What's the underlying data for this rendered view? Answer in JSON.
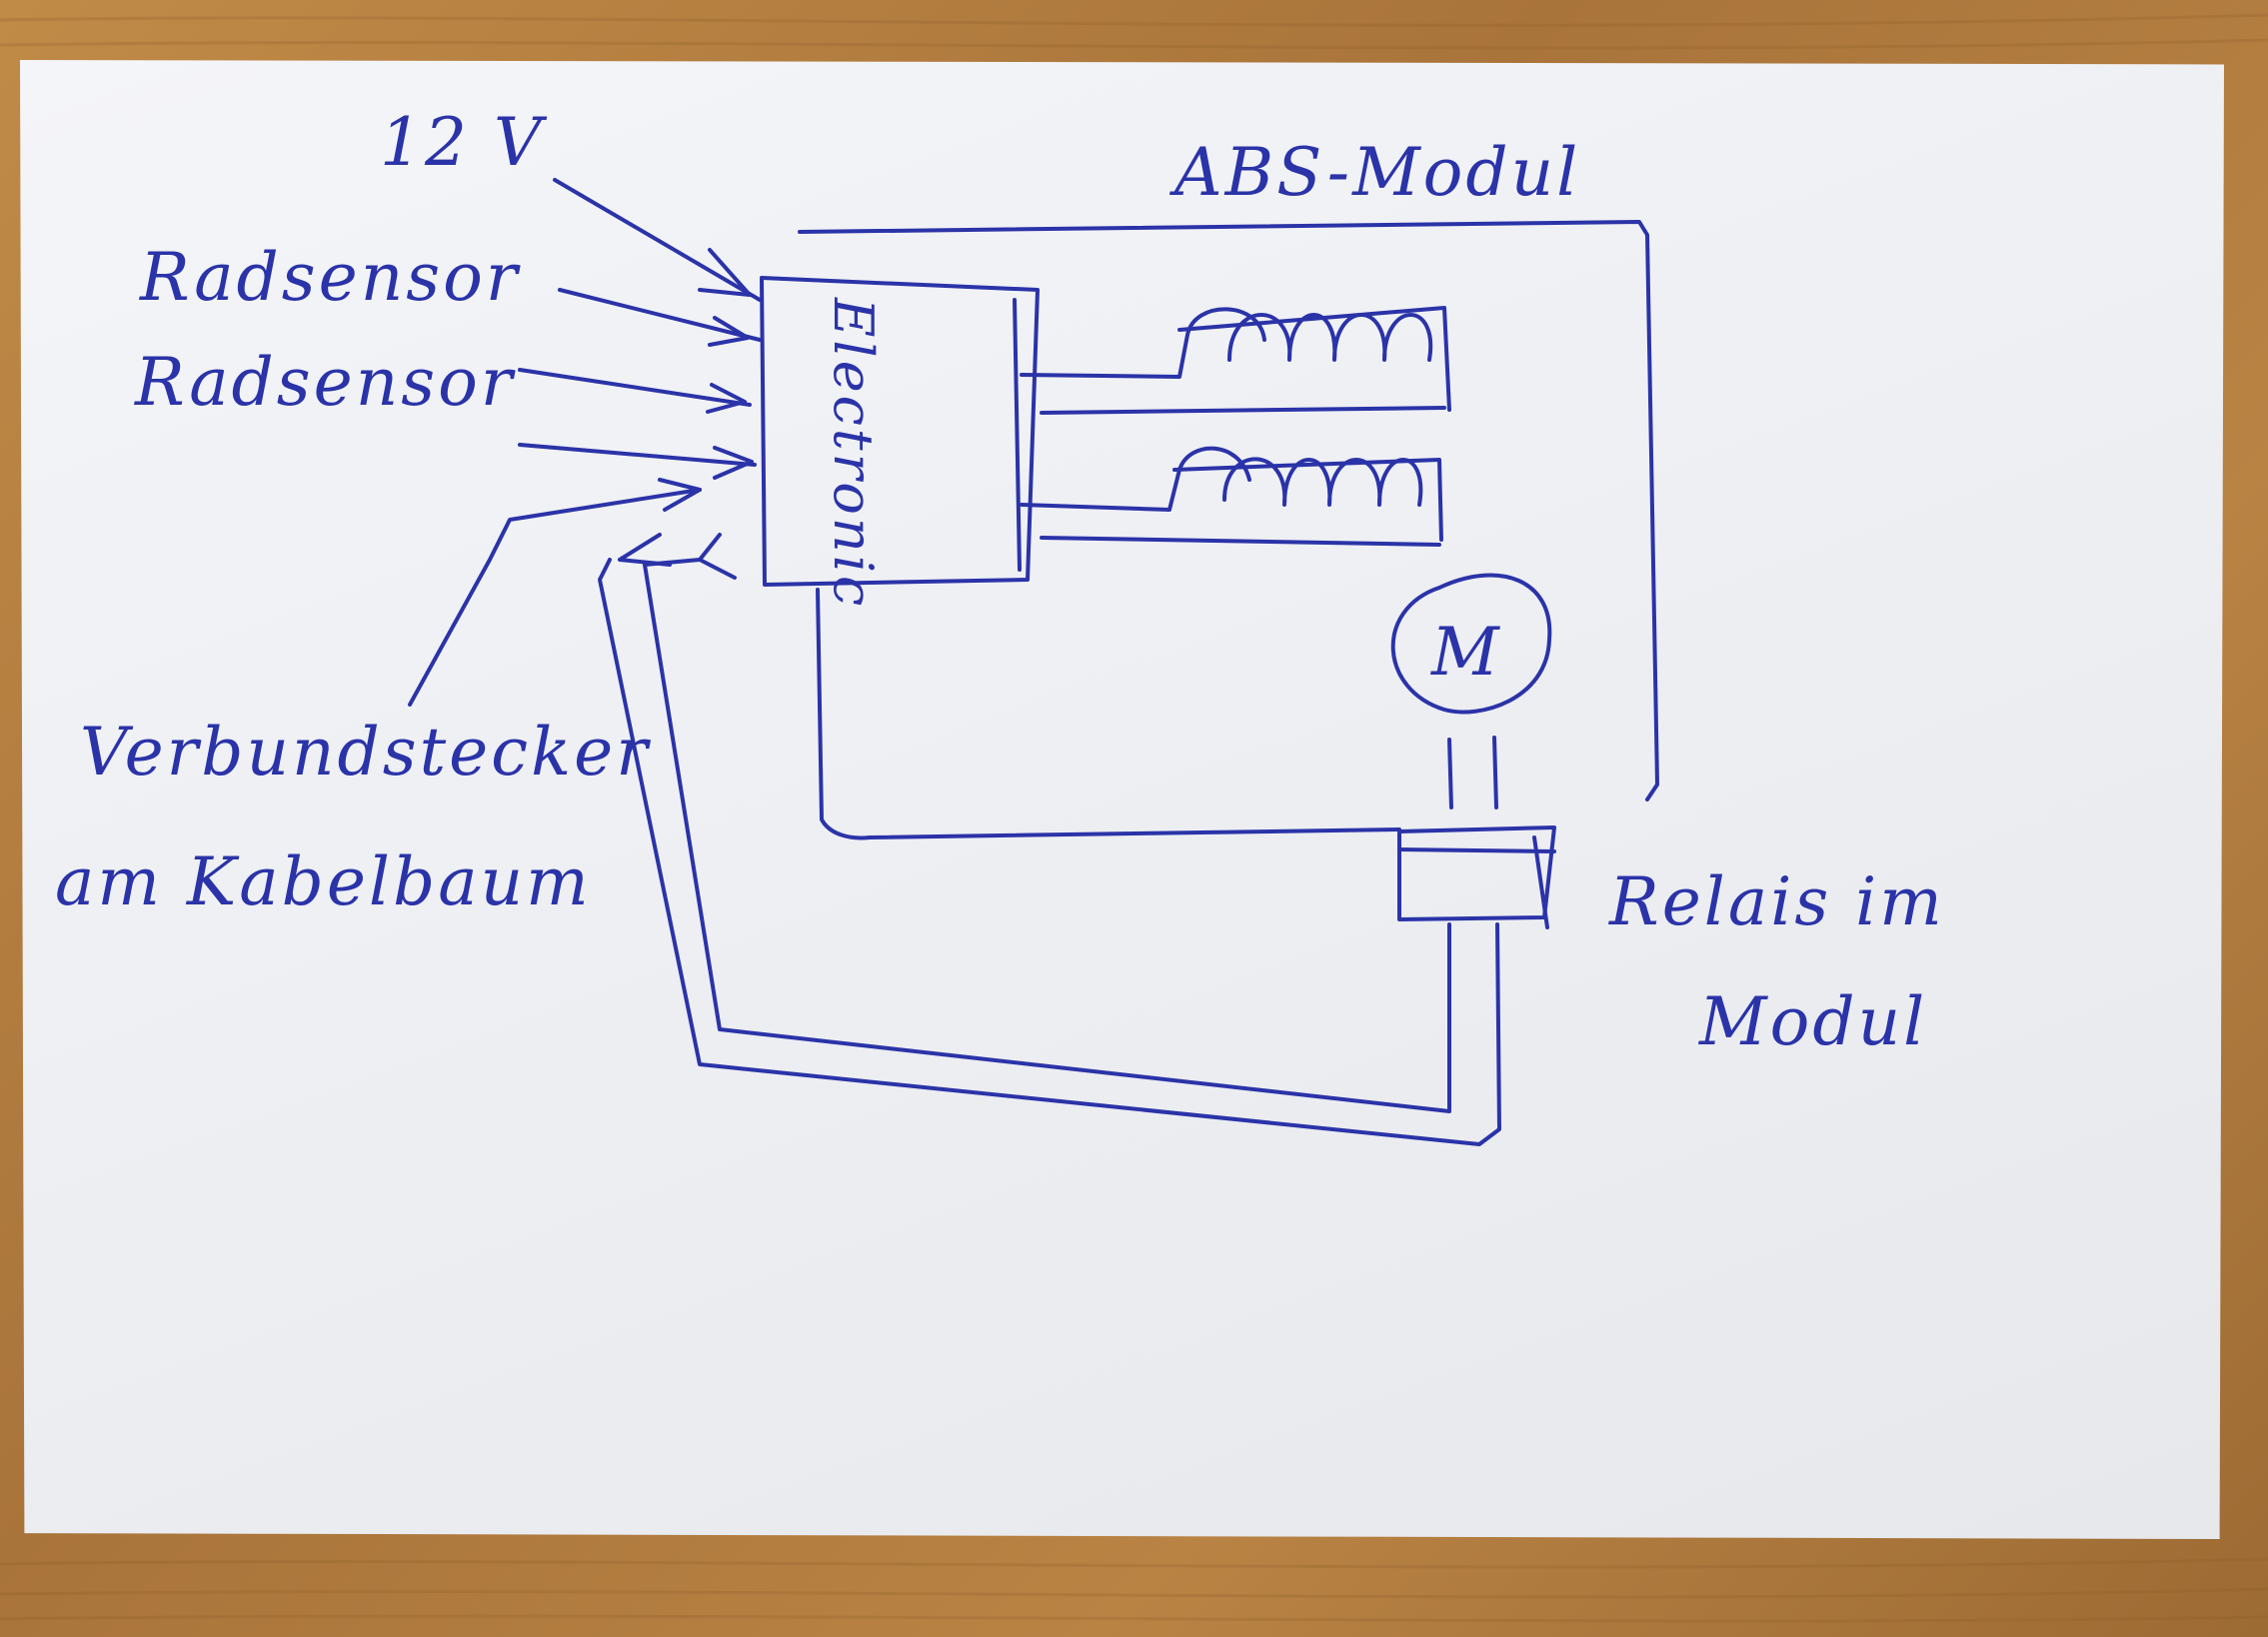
{
  "labels": {
    "power": "12 V",
    "wheel_sensor_1": "Radsensor",
    "wheel_sensor_2": "Radsensor",
    "connector_line1": "Verbundstecker",
    "connector_line2": "am Kabelbaum",
    "module_title": "ABS-Modul",
    "electronics": "Electronic",
    "motor": "M",
    "relay_line1": "Relais im",
    "relay_line2": "Modul"
  },
  "colors": {
    "ink": "#2b33a8",
    "paper": "#f0f1f4",
    "table": "#b07a3e"
  }
}
